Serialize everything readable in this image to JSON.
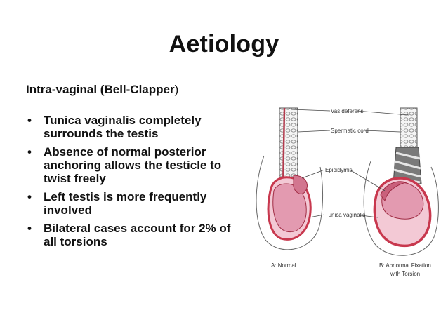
{
  "slide": {
    "title": "Aetiology",
    "subtitle": "Intra-vaginal (Bell-Clapper",
    "subtitle_paren": ")",
    "bullets": [
      {
        "text": "Tunica vaginalis completely surrounds the testis"
      },
      {
        "text": "Absence of normal posterior anchoring allows the testicle to twist freely"
      },
      {
        "text": "Left testis is more frequently involved"
      },
      {
        "text": "Bilateral cases account for 2% of all torsions"
      }
    ],
    "bullet_glyph": "•"
  },
  "figure": {
    "labels": {
      "vas_deferens": "Vas deferens",
      "spermatic_cord": "Spermatic cord",
      "epididymis": "Epididymis",
      "tunica_vaginalis": "Tunica vaginalis"
    },
    "caption_a": "A: Normal",
    "caption_b_line1": "B: Abnormal Fixation",
    "caption_b_line2": "with Torsion",
    "colors": {
      "tunica": "#c8384e",
      "testis": "#e9a6b8",
      "testis_light": "#f3c9d5",
      "outline": "#555555"
    }
  }
}
